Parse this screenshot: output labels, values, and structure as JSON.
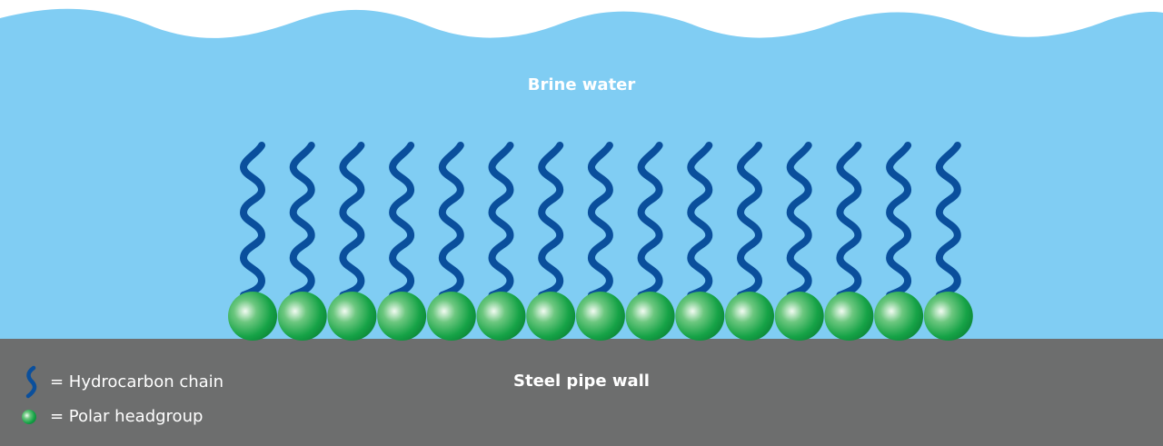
{
  "labels": {
    "water": "Brine water",
    "wall": "Steel pipe wall"
  },
  "legend": [
    {
      "icon": "hydrocarbon-chain-icon",
      "text": "= Hydrocarbon chain"
    },
    {
      "icon": "polar-headgroup-icon",
      "text": "= Polar headgroup"
    }
  ],
  "molecule_count": 15,
  "colors": {
    "water": "#80cdf3",
    "wall": "#6d6e6e",
    "chain": "#0a4f9c",
    "headgroup": "#1aa84a"
  }
}
